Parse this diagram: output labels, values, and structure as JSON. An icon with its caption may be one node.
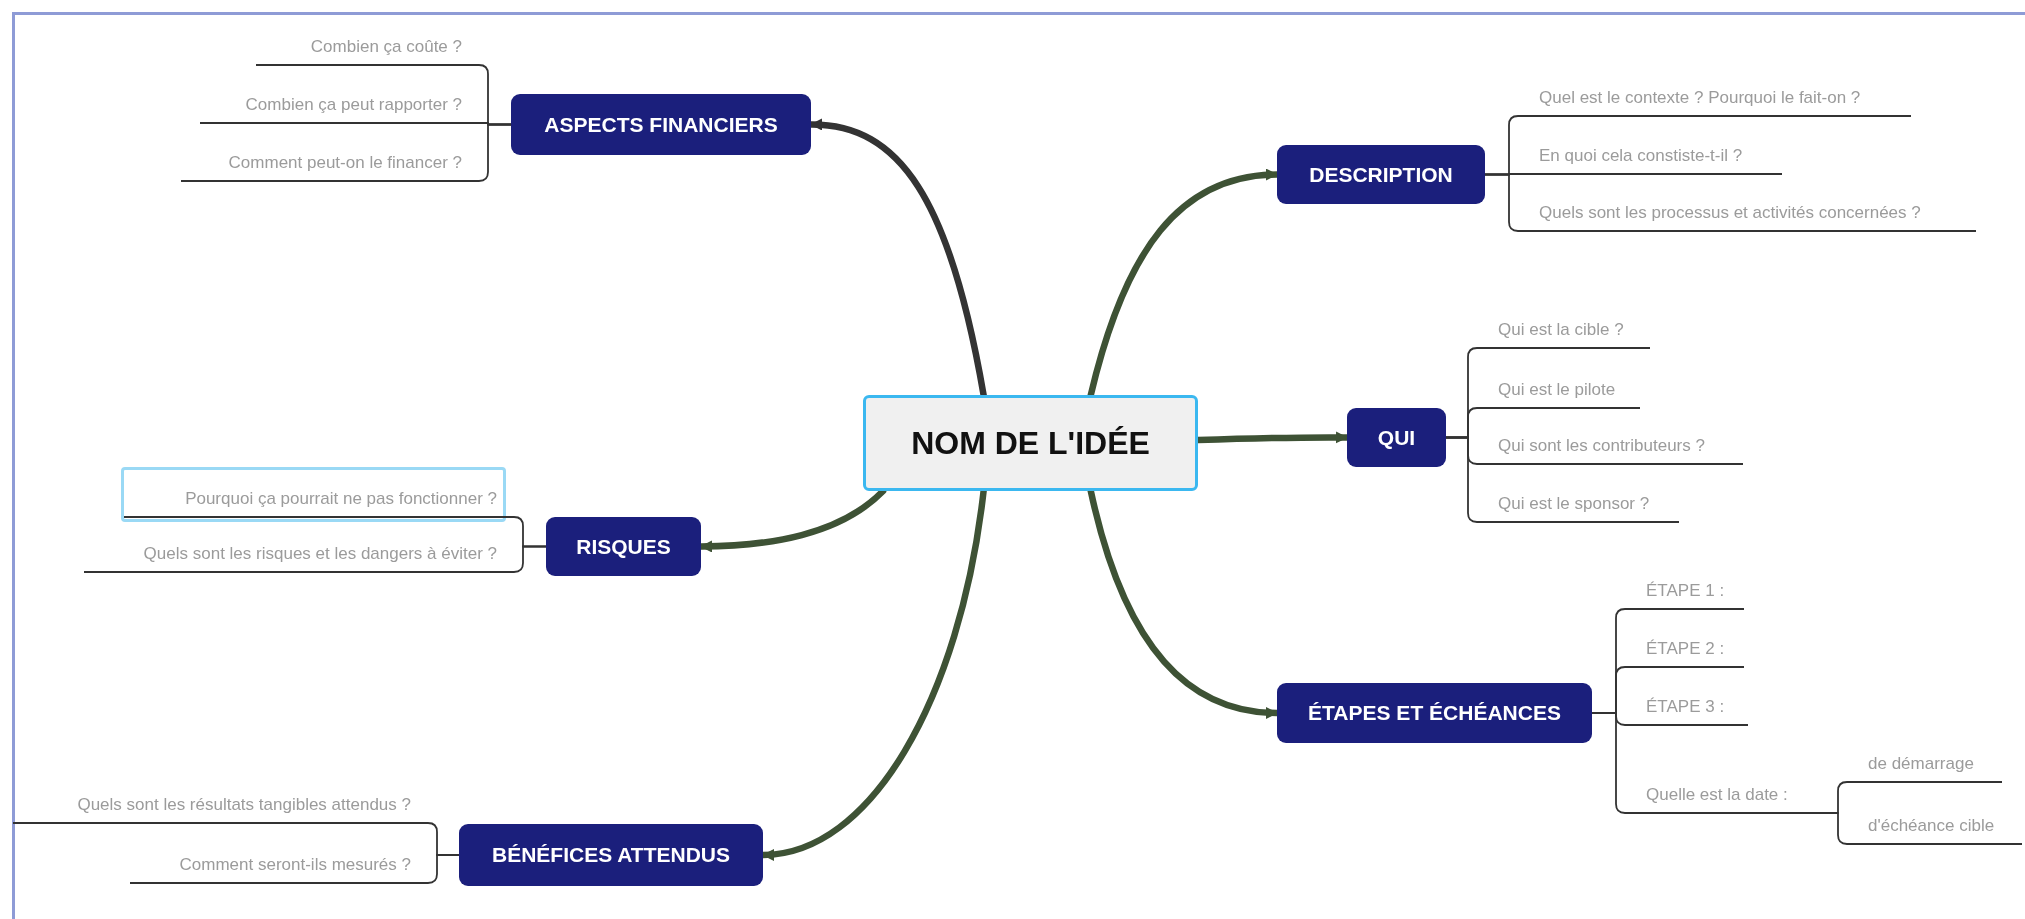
{
  "diagram": {
    "nodes": [
      {
        "text": [
          "NOM DE L'IDÉE"
        ]
      },
      {
        "text": [
          "DESCRIPTION"
        ]
      },
      {
        "text": [
          "Quel est le contexte ? Pourquoi le fait-on ?"
        ]
      },
      {
        "text": [
          "En quoi cela constiste-t-il ?"
        ]
      },
      {
        "text": [
          "Quels sont les processus et activités concernées ?"
        ]
      },
      {
        "text": [
          "QUI"
        ]
      },
      {
        "text": [
          "Qui est la cible ?"
        ]
      },
      {
        "text": [
          "Qui est le pilote"
        ]
      },
      {
        "text": [
          "Qui sont les contributeurs ?"
        ]
      },
      {
        "text": [
          "Qui est le sponsor ?"
        ]
      },
      {
        "text": [
          "ÉTAPES ET ÉCHÉANCES"
        ]
      },
      {
        "text": [
          "ÉTAPE 1 :"
        ]
      },
      {
        "text": [
          "ÉTAPE 2 :"
        ]
      },
      {
        "text": [
          "ÉTAPE 3 :"
        ]
      },
      {
        "text": [
          "Quelle est la date :"
        ]
      },
      {
        "text": [
          "de démarrage"
        ]
      },
      {
        "text": [
          "d'échéance cible"
        ]
      },
      {
        "text": [
          "ASPECTS FINANCIERS"
        ]
      },
      {
        "text": [
          "Combien ça coûte ?"
        ]
      },
      {
        "text": [
          "Combien ça peut rapporter ?"
        ]
      },
      {
        "text": [
          "Comment peut-on le financer ?"
        ]
      },
      {
        "text": [
          "RISQUES"
        ]
      },
      {
        "text": [
          "Pourquoi ça pourrait ne pas fonctionner ?"
        ]
      },
      {
        "text": [
          "Quels sont les risques et les dangers à éviter ?"
        ]
      },
      {
        "text": [
          "BÉNÉFICES ATTENDUS"
        ]
      },
      {
        "text": [
          "Quels sont les résultats tangibles attendus ?"
        ]
      },
      {
        "text": [
          "Comment seront-ils mesurés ?"
        ]
      }
    ],
    "edges": [
      {
        "from": 0,
        "to": 1,
        "arrow": "to",
        "style": "thick",
        "color": "#3e5235"
      },
      {
        "from": 0,
        "to": 5,
        "arrow": "to",
        "style": "thick",
        "color": "#3e5235"
      },
      {
        "from": 0,
        "to": 10,
        "arrow": "to",
        "style": "thick",
        "color": "#3e5235"
      },
      {
        "from": 0,
        "to": 17,
        "arrow": "to",
        "style": "thick"
      },
      {
        "from": 0,
        "to": 21,
        "arrow": "to",
        "style": "thick",
        "color": "#3e5235"
      },
      {
        "from": 0,
        "to": 24,
        "arrow": "to",
        "style": "thick",
        "color": "#3e5235"
      },
      {
        "from": 1,
        "to": 2,
        "arrow": "none"
      },
      {
        "from": 1,
        "to": 3,
        "arrow": "none"
      },
      {
        "from": 1,
        "to": 4,
        "arrow": "none"
      },
      {
        "from": 5,
        "to": 6,
        "arrow": "none"
      },
      {
        "from": 5,
        "to": 7,
        "arrow": "none"
      },
      {
        "from": 5,
        "to": 8,
        "arrow": "none"
      },
      {
        "from": 5,
        "to": 9,
        "arrow": "none"
      },
      {
        "from": 10,
        "to": 11,
        "arrow": "none"
      },
      {
        "from": 10,
        "to": 12,
        "arrow": "none"
      },
      {
        "from": 10,
        "to": 13,
        "arrow": "none"
      },
      {
        "from": 10,
        "to": 14,
        "arrow": "none"
      },
      {
        "from": 14,
        "to": 15,
        "arrow": "none"
      },
      {
        "from": 14,
        "to": 16,
        "arrow": "none"
      },
      {
        "from": 17,
        "to": 18,
        "arrow": "none"
      },
      {
        "from": 17,
        "to": 19,
        "arrow": "none"
      },
      {
        "from": 17,
        "to": 20,
        "arrow": "none"
      },
      {
        "from": 21,
        "to": 22,
        "arrow": "none"
      },
      {
        "from": 21,
        "to": 23,
        "arrow": "none"
      },
      {
        "from": 24,
        "to": 25,
        "arrow": "none"
      },
      {
        "from": 24,
        "to": 26,
        "arrow": "none"
      }
    ]
  }
}
